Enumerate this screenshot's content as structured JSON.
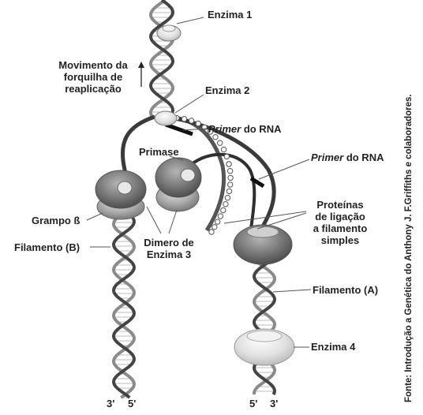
{
  "labels": {
    "enzima1": "Enzima 1",
    "movimento": [
      "Movimento da",
      "forquilha de",
      "reaplicação"
    ],
    "enzima2": "Enzima 2",
    "primer1_italic": "Primer",
    "primer1_rest": " do RNA",
    "primase": "Primase",
    "primer2_italic": "Primer",
    "primer2_rest": " do RNA",
    "proteinas": [
      "Proteínas",
      "de ligação",
      "a filamento",
      "simples"
    ],
    "grampo": "Grampo ß",
    "filamentoB": "Filamento (B)",
    "dimero": [
      "Dimero de",
      "Enzima 3"
    ],
    "filamentoA": "Filamento (A)",
    "enzima4": "Enzima 4",
    "end3_left": "3'",
    "end5_left": "5'",
    "end5_right": "5'",
    "end3_right": "3'"
  },
  "source": "Fonte: Introdução a Genética do Anthony J. F.Griffiths e colaboradores."
}
